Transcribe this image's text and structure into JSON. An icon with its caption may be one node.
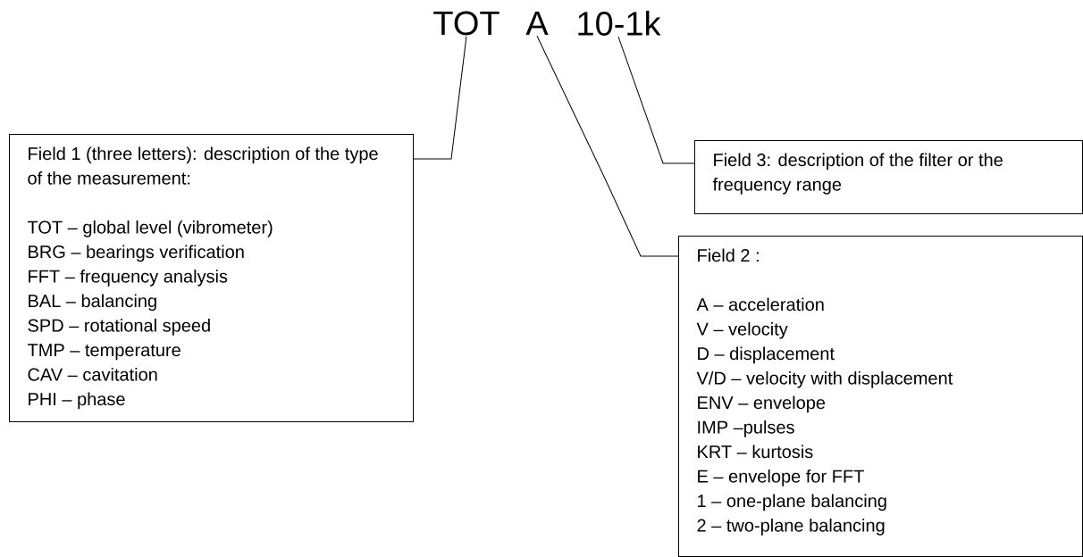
{
  "diagram": {
    "nodes": [
      {
        "text": [
          "TOT"
        ]
      },
      {
        "text": [
          "A"
        ]
      },
      {
        "text": [
          "10-1k"
        ]
      },
      {
        "text": [
          "Field 1 (three letters): description of the type of the measurement:",
          "TOT – global level (vibrometer)",
          "BRG – bearings verification",
          "FFT – frequency analysis",
          "BAL – balancing",
          "SPD – rotational speed",
          "TMP – temperature",
          "CAV – cavitation",
          "PHI – phase"
        ]
      },
      {
        "text": [
          "Field 3: description of the filter or the frequency range"
        ]
      },
      {
        "text": [
          "Field 2 :",
          "A – acceleration",
          "V – velocity",
          "D – displacement",
          "V/D – velocity with displacement",
          "ENV – envelope",
          "IMP –pulses",
          "KRT – kurtosis",
          "E – envelope for FFT",
          "1 – one-plane balancing",
          "2 – two-plane balancing"
        ]
      }
    ],
    "edges": [
      {
        "from": 0,
        "to": 3,
        "arrow": "none"
      },
      {
        "from": 1,
        "to": 5,
        "arrow": "none"
      },
      {
        "from": 2,
        "to": 4,
        "arrow": "none"
      }
    ]
  }
}
